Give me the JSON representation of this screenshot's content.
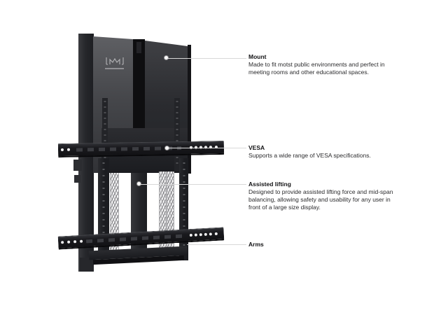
{
  "page": {
    "background_color": "#ffffff"
  },
  "brand": {
    "logo_icon": "multibrackets-m-logo"
  },
  "diagram": {
    "leader_line_color": "#d8d8d8",
    "product_color": "#1b1b1e",
    "spring_color": "#b9b9bc"
  },
  "callouts": [
    {
      "id": "mount",
      "title": "Mount",
      "body": "Made to fit motst public environments and perfect in\nmeeting rooms and other educational spaces."
    },
    {
      "id": "vesa",
      "title": "VESA",
      "body": "Supports a wide range of VESA specifications."
    },
    {
      "id": "assisted-lifting",
      "title": "Assisted lifting",
      "body": "Designed to provide assisted lifting force and mid-span\nbalancing, allowing safety and usability for any user in\nfront of a large size display."
    },
    {
      "id": "arms",
      "title": "Arms",
      "body": ""
    }
  ]
}
